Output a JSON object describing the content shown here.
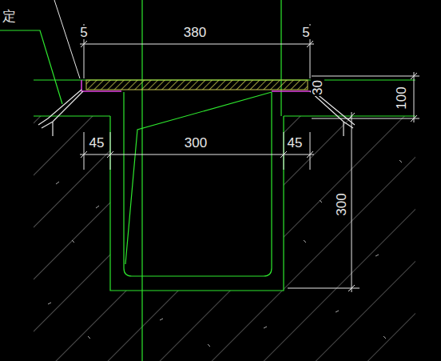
{
  "diagram": {
    "labels": [
      "定",
      "5",
      "380",
      "5",
      "30",
      "100",
      "45",
      "300",
      "45",
      "300"
    ]
  }
}
